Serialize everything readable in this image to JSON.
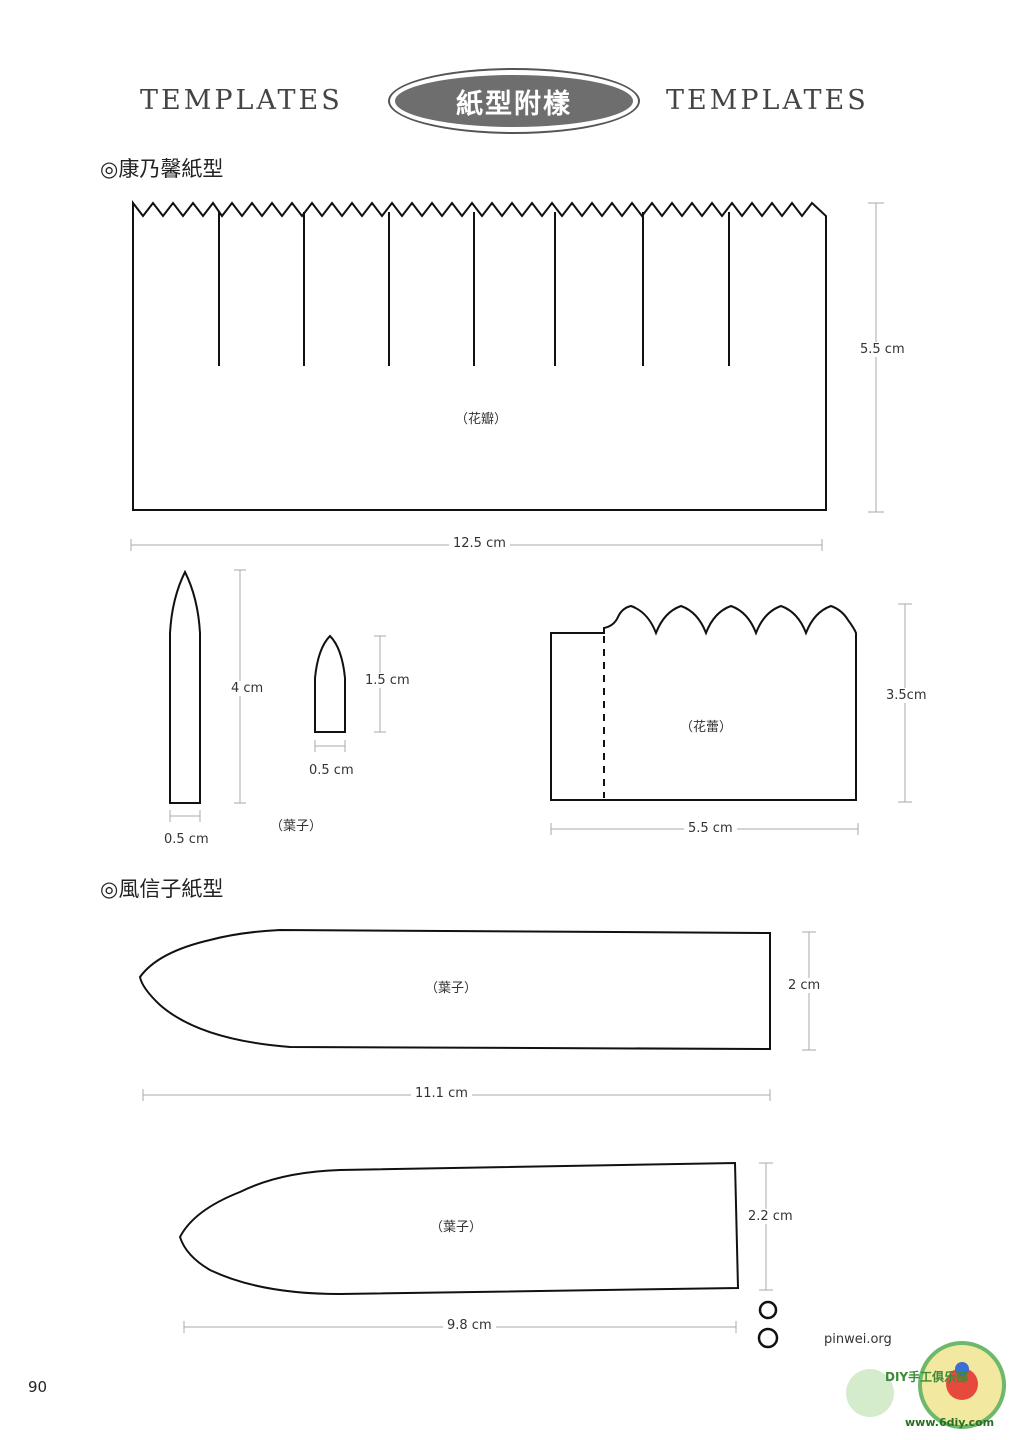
{
  "header": {
    "left_word": "TEMPLATES",
    "badge": "紙型附樣",
    "right_word": "TEMPLATES"
  },
  "sections": {
    "carnation": "◎康乃馨紙型",
    "hyacinth": "◎風信子紙型"
  },
  "carnation": {
    "petal_label": "（花瓣）",
    "petal_width": "12.5 cm",
    "petal_height": "5.5 cm",
    "leaf_long_height": "4 cm",
    "leaf_long_width": "0.5 cm",
    "leaf_short_height": "1.5 cm",
    "leaf_short_width": "0.5 cm",
    "leaf_label": "（葉子）",
    "bud_label": "（花蕾）",
    "bud_height": "3.5cm",
    "bud_width": "5.5 cm"
  },
  "hyacinth": {
    "leaf1_label": "（葉子）",
    "leaf1_height": "2 cm",
    "leaf1_width": "11.1 cm",
    "leaf2_label": "（葉子）",
    "leaf2_height": "2.2 cm",
    "leaf2_width": "9.8 cm"
  },
  "footer": {
    "page_number": "90",
    "site": "pinwei.org",
    "logo_text": "DIY手工俱乐部",
    "url": "www.6diy.com"
  }
}
